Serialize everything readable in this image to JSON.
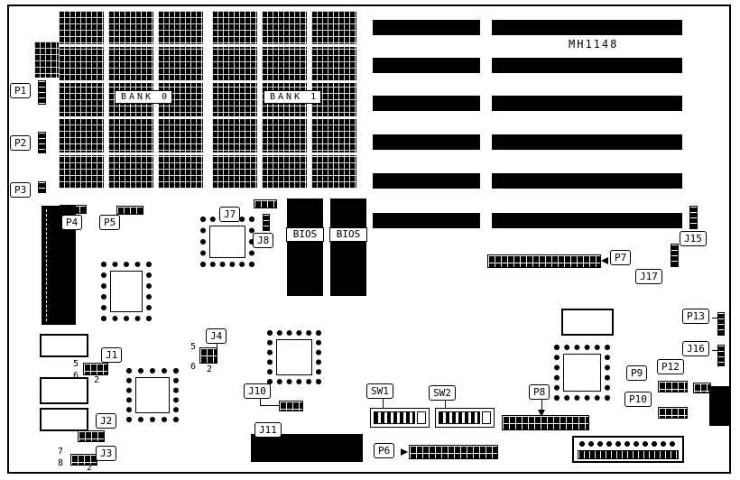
{
  "board": {
    "title": "MH1148"
  },
  "memory": {
    "bank0_label": "BANK 0",
    "bank1_label": "BANK 1"
  },
  "chips": {
    "bios_left": "BIOS",
    "bios_right": "BIOS"
  },
  "callouts": {
    "p1": "P1",
    "p2": "P2",
    "p3": "P3",
    "p4": "P4",
    "p5": "P5",
    "p6": "P6",
    "p7": "P7",
    "p8": "P8",
    "p9": "P9",
    "p10": "P10",
    "p12": "P12",
    "p13": "P13",
    "j1": "J1",
    "j2": "J2",
    "j3": "J3",
    "j4": "J4",
    "j7": "J7",
    "j8": "J8",
    "j10": "J10",
    "j11": "J11",
    "j15": "J15",
    "j16": "J16",
    "j17": "J17",
    "sw1": "SW1",
    "sw2": "SW2"
  },
  "pin_numbers": {
    "j1_pin5": "5",
    "j1_pin6": "6",
    "j1_pin2": "2",
    "j4_pin5": "5",
    "j4_pin6": "6",
    "j4_pin2": "2",
    "j3_pin7": "7",
    "j3_pin8": "8",
    "j3_pin2": "2"
  }
}
